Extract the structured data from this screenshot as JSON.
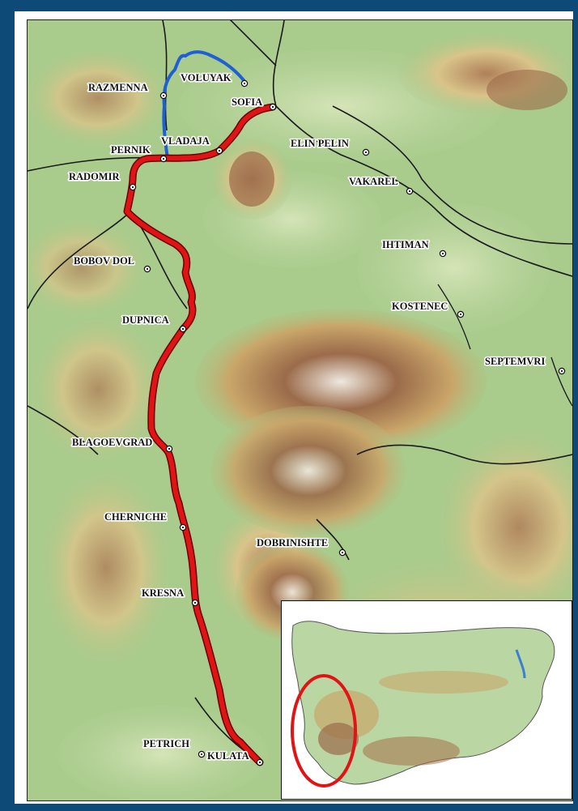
{
  "map": {
    "colors": {
      "background_frame": "#0d4a78",
      "main_route": "#e01414",
      "alternate_route": "#1f5fd6",
      "highlight_ellipse": "#e01414",
      "lowland": "#b9d49e",
      "hills": "#d9c48a",
      "mountains": "#9b6b4a",
      "peaks": "#e8e4dc"
    },
    "cities": [
      {
        "name": "VOLUYAK"
      },
      {
        "name": "RAZMENNA"
      },
      {
        "name": "SOFIA"
      },
      {
        "name": "VLADAJA"
      },
      {
        "name": "PERNIK"
      },
      {
        "name": "ELIN PELIN"
      },
      {
        "name": "RADOMIR"
      },
      {
        "name": "VAKAREL"
      },
      {
        "name": "IHTIMAN"
      },
      {
        "name": "BOBOV DOL"
      },
      {
        "name": "KOSTENEC"
      },
      {
        "name": "DUPNICA"
      },
      {
        "name": "SEPTEMVRI"
      },
      {
        "name": "BLAGOEVGRAD"
      },
      {
        "name": "CHERNICHE"
      },
      {
        "name": "DOBRINISHTE"
      },
      {
        "name": "KRESNA"
      },
      {
        "name": "PETRICH"
      },
      {
        "name": "KULATA"
      }
    ],
    "inset": {
      "icon": "bulgaria-locator-map-icon"
    }
  }
}
